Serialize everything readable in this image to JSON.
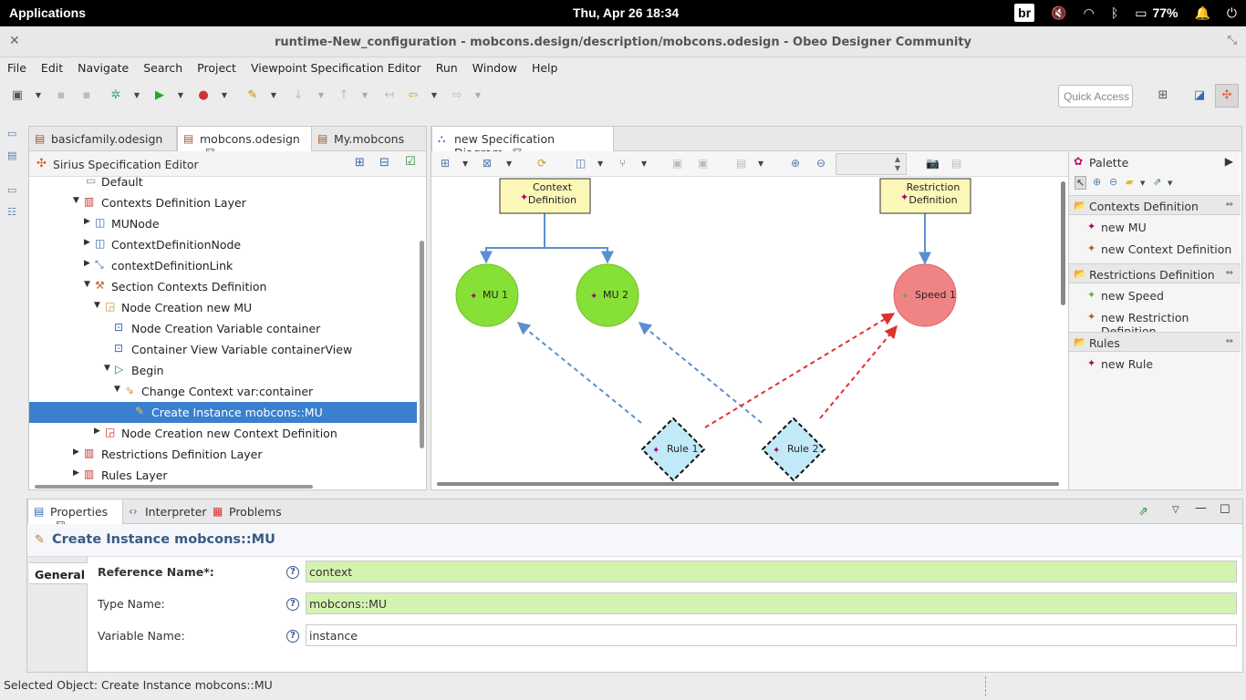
{
  "system": {
    "applications": "Applications",
    "datetime": "Thu, Apr 26    18:34",
    "br": "br",
    "battery": "77%"
  },
  "window": {
    "title": "runtime-New_configuration - mobcons.design/description/mobcons.odesign - Obeo Designer Community"
  },
  "menu": [
    "File",
    "Edit",
    "Navigate",
    "Search",
    "Project",
    "Viewpoint Specification Editor",
    "Run",
    "Window",
    "Help"
  ],
  "toolbar": {
    "quick_access": "Quick Access"
  },
  "editor": {
    "tabs": [
      {
        "label": "basicfamily.odesign"
      },
      {
        "label": "mobcons.odesign"
      },
      {
        "label": "My.mobcons"
      }
    ],
    "header": "Sirius Specification Editor",
    "tree": [
      {
        "label": "Default",
        "indent": 0
      },
      {
        "label": "Contexts Definition Layer",
        "indent": 0
      },
      {
        "label": "MUNode",
        "indent": 1
      },
      {
        "label": "ContextDefinitionNode",
        "indent": 1
      },
      {
        "label": "contextDefinitionLink",
        "indent": 1
      },
      {
        "label": "Section Contexts Definition",
        "indent": 1
      },
      {
        "label": "Node Creation new MU",
        "indent": 2
      },
      {
        "label": "Node Creation Variable container",
        "indent": 3
      },
      {
        "label": "Container View Variable containerView",
        "indent": 3
      },
      {
        "label": "Begin",
        "indent": 3
      },
      {
        "label": "Change Context var:container",
        "indent": 4
      },
      {
        "label": "Create Instance mobcons::MU",
        "indent": 5
      },
      {
        "label": "Node Creation new Context Definition",
        "indent": 2
      },
      {
        "label": "Restrictions Definition Layer",
        "indent": 0
      },
      {
        "label": "Rules Layer",
        "indent": 0
      }
    ]
  },
  "diagram": {
    "tab": "new Specification Diagram",
    "nodes": {
      "context_definition": "Context Definition",
      "restriction_definition": "Restriction Definition",
      "mu1": "MU 1",
      "mu2": "MU 2",
      "speed1": "Speed 1",
      "rule1": "Rule 1",
      "rule2": "Rule 2"
    },
    "colors": {
      "definition_fill": "#fdf7b8",
      "mu_fill": "#86e035",
      "speed_fill": "#f08484",
      "rule_fill": "#c2e9f8",
      "blue_edge": "#5b8fcf",
      "red_edge": "#e03030"
    }
  },
  "palette": {
    "title": "Palette",
    "drawers": [
      {
        "label": "Contexts Definition",
        "items": [
          "new MU",
          "new Context Definition"
        ]
      },
      {
        "label": "Restrictions Definition",
        "items": [
          "new Speed",
          "new Restriction Definition"
        ]
      },
      {
        "label": "Rules",
        "items": [
          "new Rule"
        ]
      }
    ]
  },
  "bottom": {
    "tabs": [
      {
        "label": "Properties"
      },
      {
        "label": "Interpreter"
      },
      {
        "label": "Problems"
      }
    ],
    "title": "Create Instance mobcons::MU",
    "section": "General",
    "fields": [
      {
        "label": "Reference Name*:",
        "value": "context"
      },
      {
        "label": "Type Name:",
        "value": "mobcons::MU"
      },
      {
        "label": "Variable Name:",
        "value": "instance"
      }
    ]
  },
  "status": "Selected Object: Create Instance mobcons::MU"
}
